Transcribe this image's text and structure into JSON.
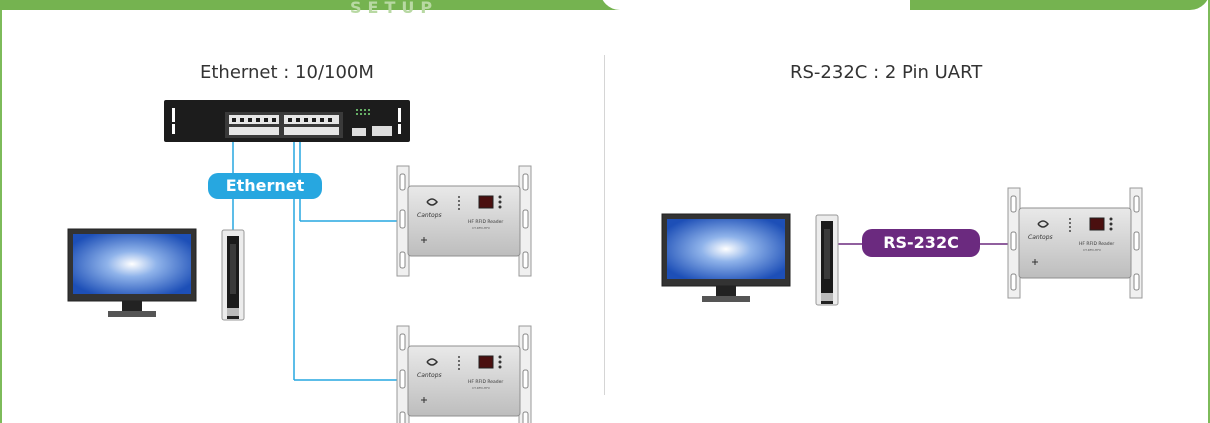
{
  "banner": {
    "text": "SETUP"
  },
  "left": {
    "title": "Ethernet : 10/100M",
    "link_label": "Ethernet"
  },
  "right": {
    "title": "RS-232C : 2 Pin UART",
    "link_label": "RS-232C"
  },
  "reader": {
    "brand": "Cantops",
    "model": "HF RFID Reader",
    "part": "CT-RFD-HFX"
  },
  "colors": {
    "green": "#75b350",
    "ethernet_blue": "#27a7e0",
    "rs232_purple": "#6b2a7f"
  }
}
